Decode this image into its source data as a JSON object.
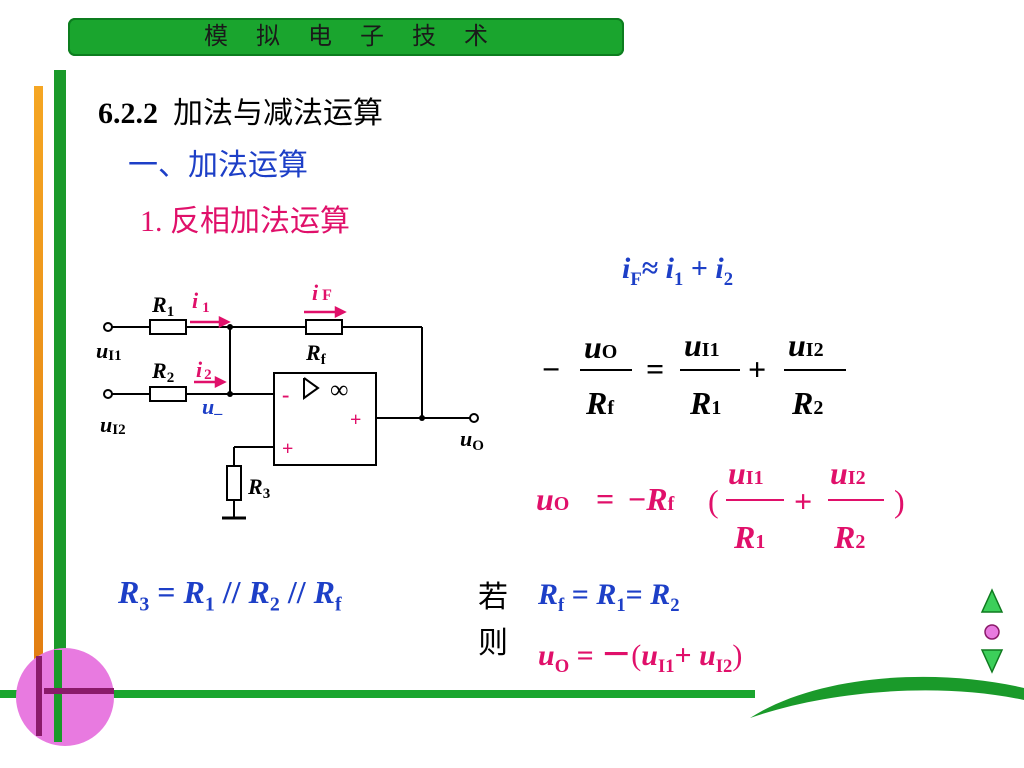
{
  "title_bar": {
    "text": "模拟电子技术"
  },
  "heading": {
    "number": "6.2.2",
    "title": "加法与减法运算"
  },
  "section": {
    "label": "一、加法运算"
  },
  "subsection": {
    "label": "1. 反相加法运算"
  },
  "circuit": {
    "R1": "R",
    "R1_sub": "1",
    "R2": "R",
    "R2_sub": "2",
    "R3": "R",
    "R3_sub": "3",
    "Rf": "R",
    "Rf_sub": "f",
    "i1": "i",
    "i1_sub": "1",
    "i2": "i",
    "i2_sub": "2",
    "iF": "i",
    "iF_sub": "F",
    "uI1": "u",
    "uI1_sub": "I1",
    "uI2": "u",
    "uI2_sub": "I2",
    "uminus": "u",
    "uminus_sub": "–",
    "uO": "u",
    "uO_sub": "O",
    "minus_sign": "-",
    "plus_sign": "+",
    "infinity": "∞"
  },
  "eq_current": {
    "lhs": "i",
    "lhs_sub": "F",
    "approx": "≈",
    "t1": "i",
    "t1_sub": "1",
    "plus": "+",
    "t2": "i",
    "t2_sub": "2"
  },
  "eq_r3": {
    "text_R3": "R",
    "sub3": "3",
    "eq": " = ",
    "R1": "R",
    "sub1": "1",
    "par": " // ",
    "R2": "R",
    "sub2": "2",
    "par2": " // ",
    "Rf": "R",
    "subf": "f"
  },
  "condition": {
    "ruo": "若",
    "ze": "则",
    "rf": "R",
    "rf_sub": "f",
    "eq1": " = ",
    "r1": "R",
    "r1_sub": "1",
    "eq2": "= ",
    "r2": "R",
    "r2_sub": "2",
    "uo": "u",
    "uo_sub": "O",
    "res_eq": " = ",
    "res_minus": "－",
    "res_open": "(",
    "u1": "u",
    "u1_sub": "I1",
    "res_plus": "+ ",
    "u2": "u",
    "u2_sub": "I2",
    "res_close": ")"
  },
  "colors": {
    "title_green": "#1aa52e",
    "blue": "#1d3fc7",
    "pink": "#e0106a",
    "orange": "#f08a1c",
    "dark_green": "#0f7a1f",
    "nav_green": "#3ccf5a",
    "circle_pink": "#e87ae0"
  }
}
